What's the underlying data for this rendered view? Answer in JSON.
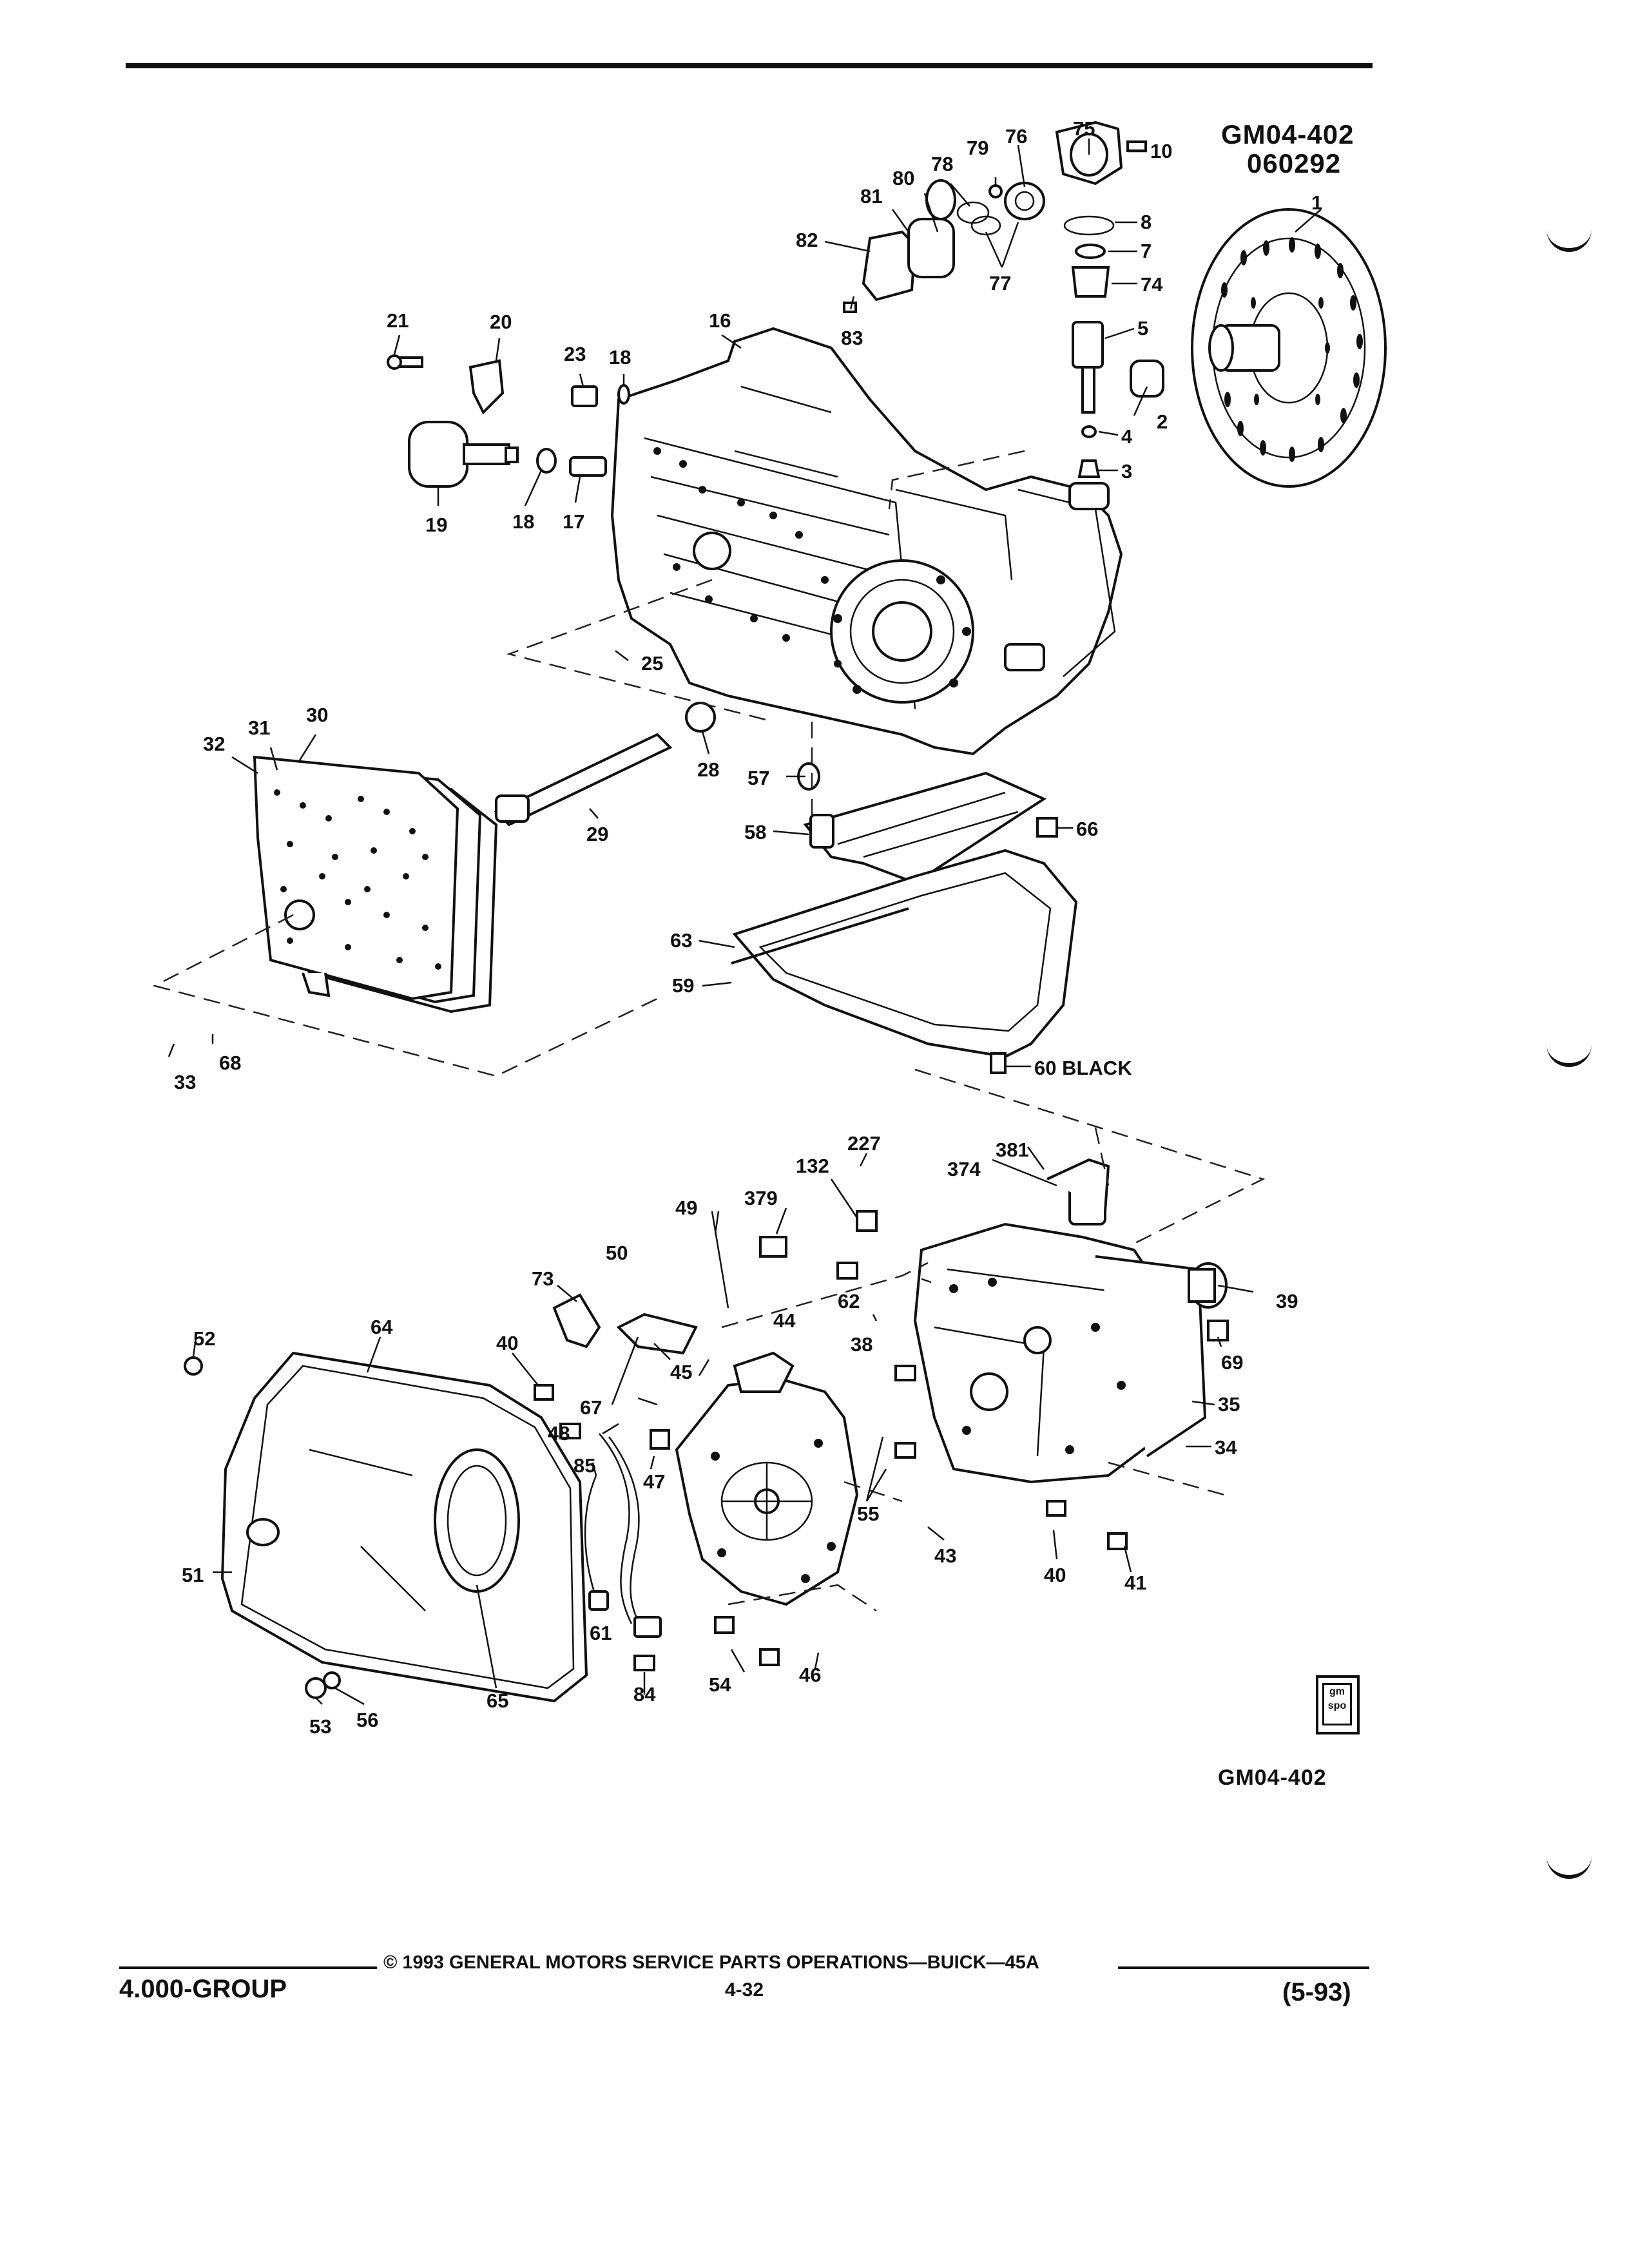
{
  "header": {
    "figure_code": "GM04-402",
    "figure_date": "060292"
  },
  "diagram": {
    "callouts": {
      "c1": "1",
      "c2": "2",
      "c3": "3",
      "c4": "4",
      "c5": "5",
      "c7": "7",
      "c8": "8",
      "c10": "10",
      "c16": "16",
      "c17": "17",
      "c18a": "18",
      "c18b": "18",
      "c19": "19",
      "c20": "20",
      "c21": "21",
      "c23": "23",
      "c25": "25",
      "c28": "28",
      "c29": "29",
      "c30": "30",
      "c31": "31",
      "c32": "32",
      "c33": "33",
      "c34": "34",
      "c35": "35",
      "c38": "38",
      "c39": "39",
      "c40a": "40",
      "c40b": "40",
      "c41": "41",
      "c43": "43",
      "c44": "44",
      "c45": "45",
      "c46": "46",
      "c47": "47",
      "c48": "48",
      "c49": "49",
      "c50": "50",
      "c51": "51",
      "c52": "52",
      "c53": "53",
      "c54": "54",
      "c55": "55",
      "c56": "56",
      "c57": "57",
      "c58": "58",
      "c59": "59",
      "c60": "60 BLACK",
      "c61": "61",
      "c62": "62",
      "c63": "63",
      "c64": "64",
      "c65": "65",
      "c66": "66",
      "c67": "67",
      "c68": "68",
      "c69": "69",
      "c73": "73",
      "c74": "74",
      "c75": "75",
      "c76": "76",
      "c77": "77",
      "c78": "78",
      "c79": "79",
      "c80": "80",
      "c81": "81",
      "c82": "82",
      "c83": "83",
      "c84": "84",
      "c85": "85",
      "c132": "132",
      "c227": "227",
      "c374": "374",
      "c379": "379",
      "c381": "381"
    }
  },
  "logo": {
    "text": "gm spo"
  },
  "footer": {
    "copyright": "© 1993 GENERAL MOTORS SERVICE PARTS OPERATIONS—BUICK—45A",
    "group": "4.000-GROUP",
    "page": "4-32",
    "revision": "(5-93)",
    "figure_code": "GM04-402"
  }
}
